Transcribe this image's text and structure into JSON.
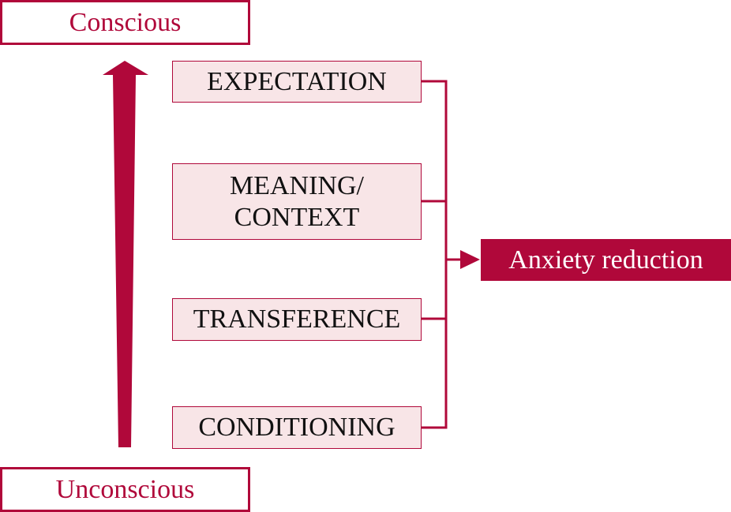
{
  "levels": {
    "top": "Conscious",
    "bottom": "Unconscious"
  },
  "factors": [
    {
      "label": "EXPECTATION"
    },
    {
      "label": "MEANING/\nCONTEXT"
    },
    {
      "label": "TRANSFERENCE"
    },
    {
      "label": "CONDITIONING"
    }
  ],
  "outcome": "Anxiety reduction",
  "colors": {
    "accent": "#b0083a",
    "box_fill": "#f8e5e7"
  }
}
